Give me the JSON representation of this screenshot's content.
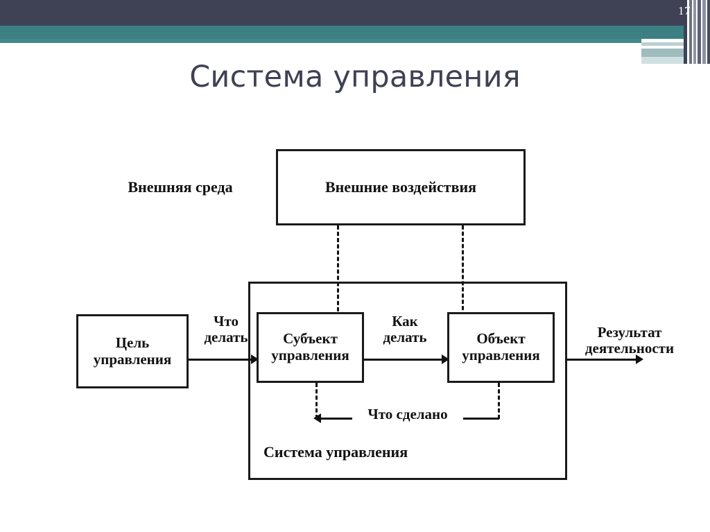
{
  "slide": {
    "page_number": "17",
    "title": "Система управления",
    "accent_dark": "#3f4255",
    "accent_teal": "#3c8083",
    "accent_pale": "#9fbcbe"
  },
  "diagram": {
    "external_env_label": "Внешняя среда",
    "external_influences_box": "Внешние воздействия",
    "goal_box": {
      "line1": "Цель",
      "line2": "управления"
    },
    "subject_box": {
      "line1": "Субъект",
      "line2": "управления"
    },
    "object_box": {
      "line1": "Объект",
      "line2": "управления"
    },
    "what_to_do_label": {
      "line1": "Что",
      "line2": "делать"
    },
    "how_to_do_label": {
      "line1": "Как",
      "line2": "делать"
    },
    "result_label": {
      "line1": "Результат",
      "line2": "деятельности"
    },
    "feedback_label": "Что сделано",
    "system_label": "Система управления"
  }
}
